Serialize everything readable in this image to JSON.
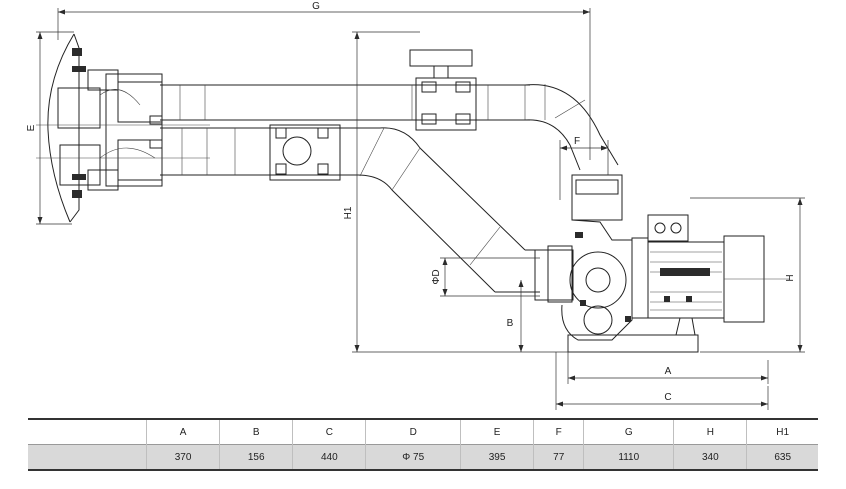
{
  "drawing": {
    "dimension_labels": {
      "G": "G",
      "E": "E",
      "H1": "H1",
      "D": "ΦD",
      "B": "B",
      "F": "F",
      "A": "A",
      "C": "C",
      "H": "H"
    }
  },
  "table": {
    "columns": [
      "",
      "A",
      "B",
      "C",
      "D",
      "E",
      "F",
      "G",
      "H",
      "H1"
    ],
    "rows": [
      [
        "",
        "370",
        "156",
        "440",
        "Φ 75",
        "395",
        "77",
        "1110",
        "340",
        "635"
      ]
    ]
  }
}
